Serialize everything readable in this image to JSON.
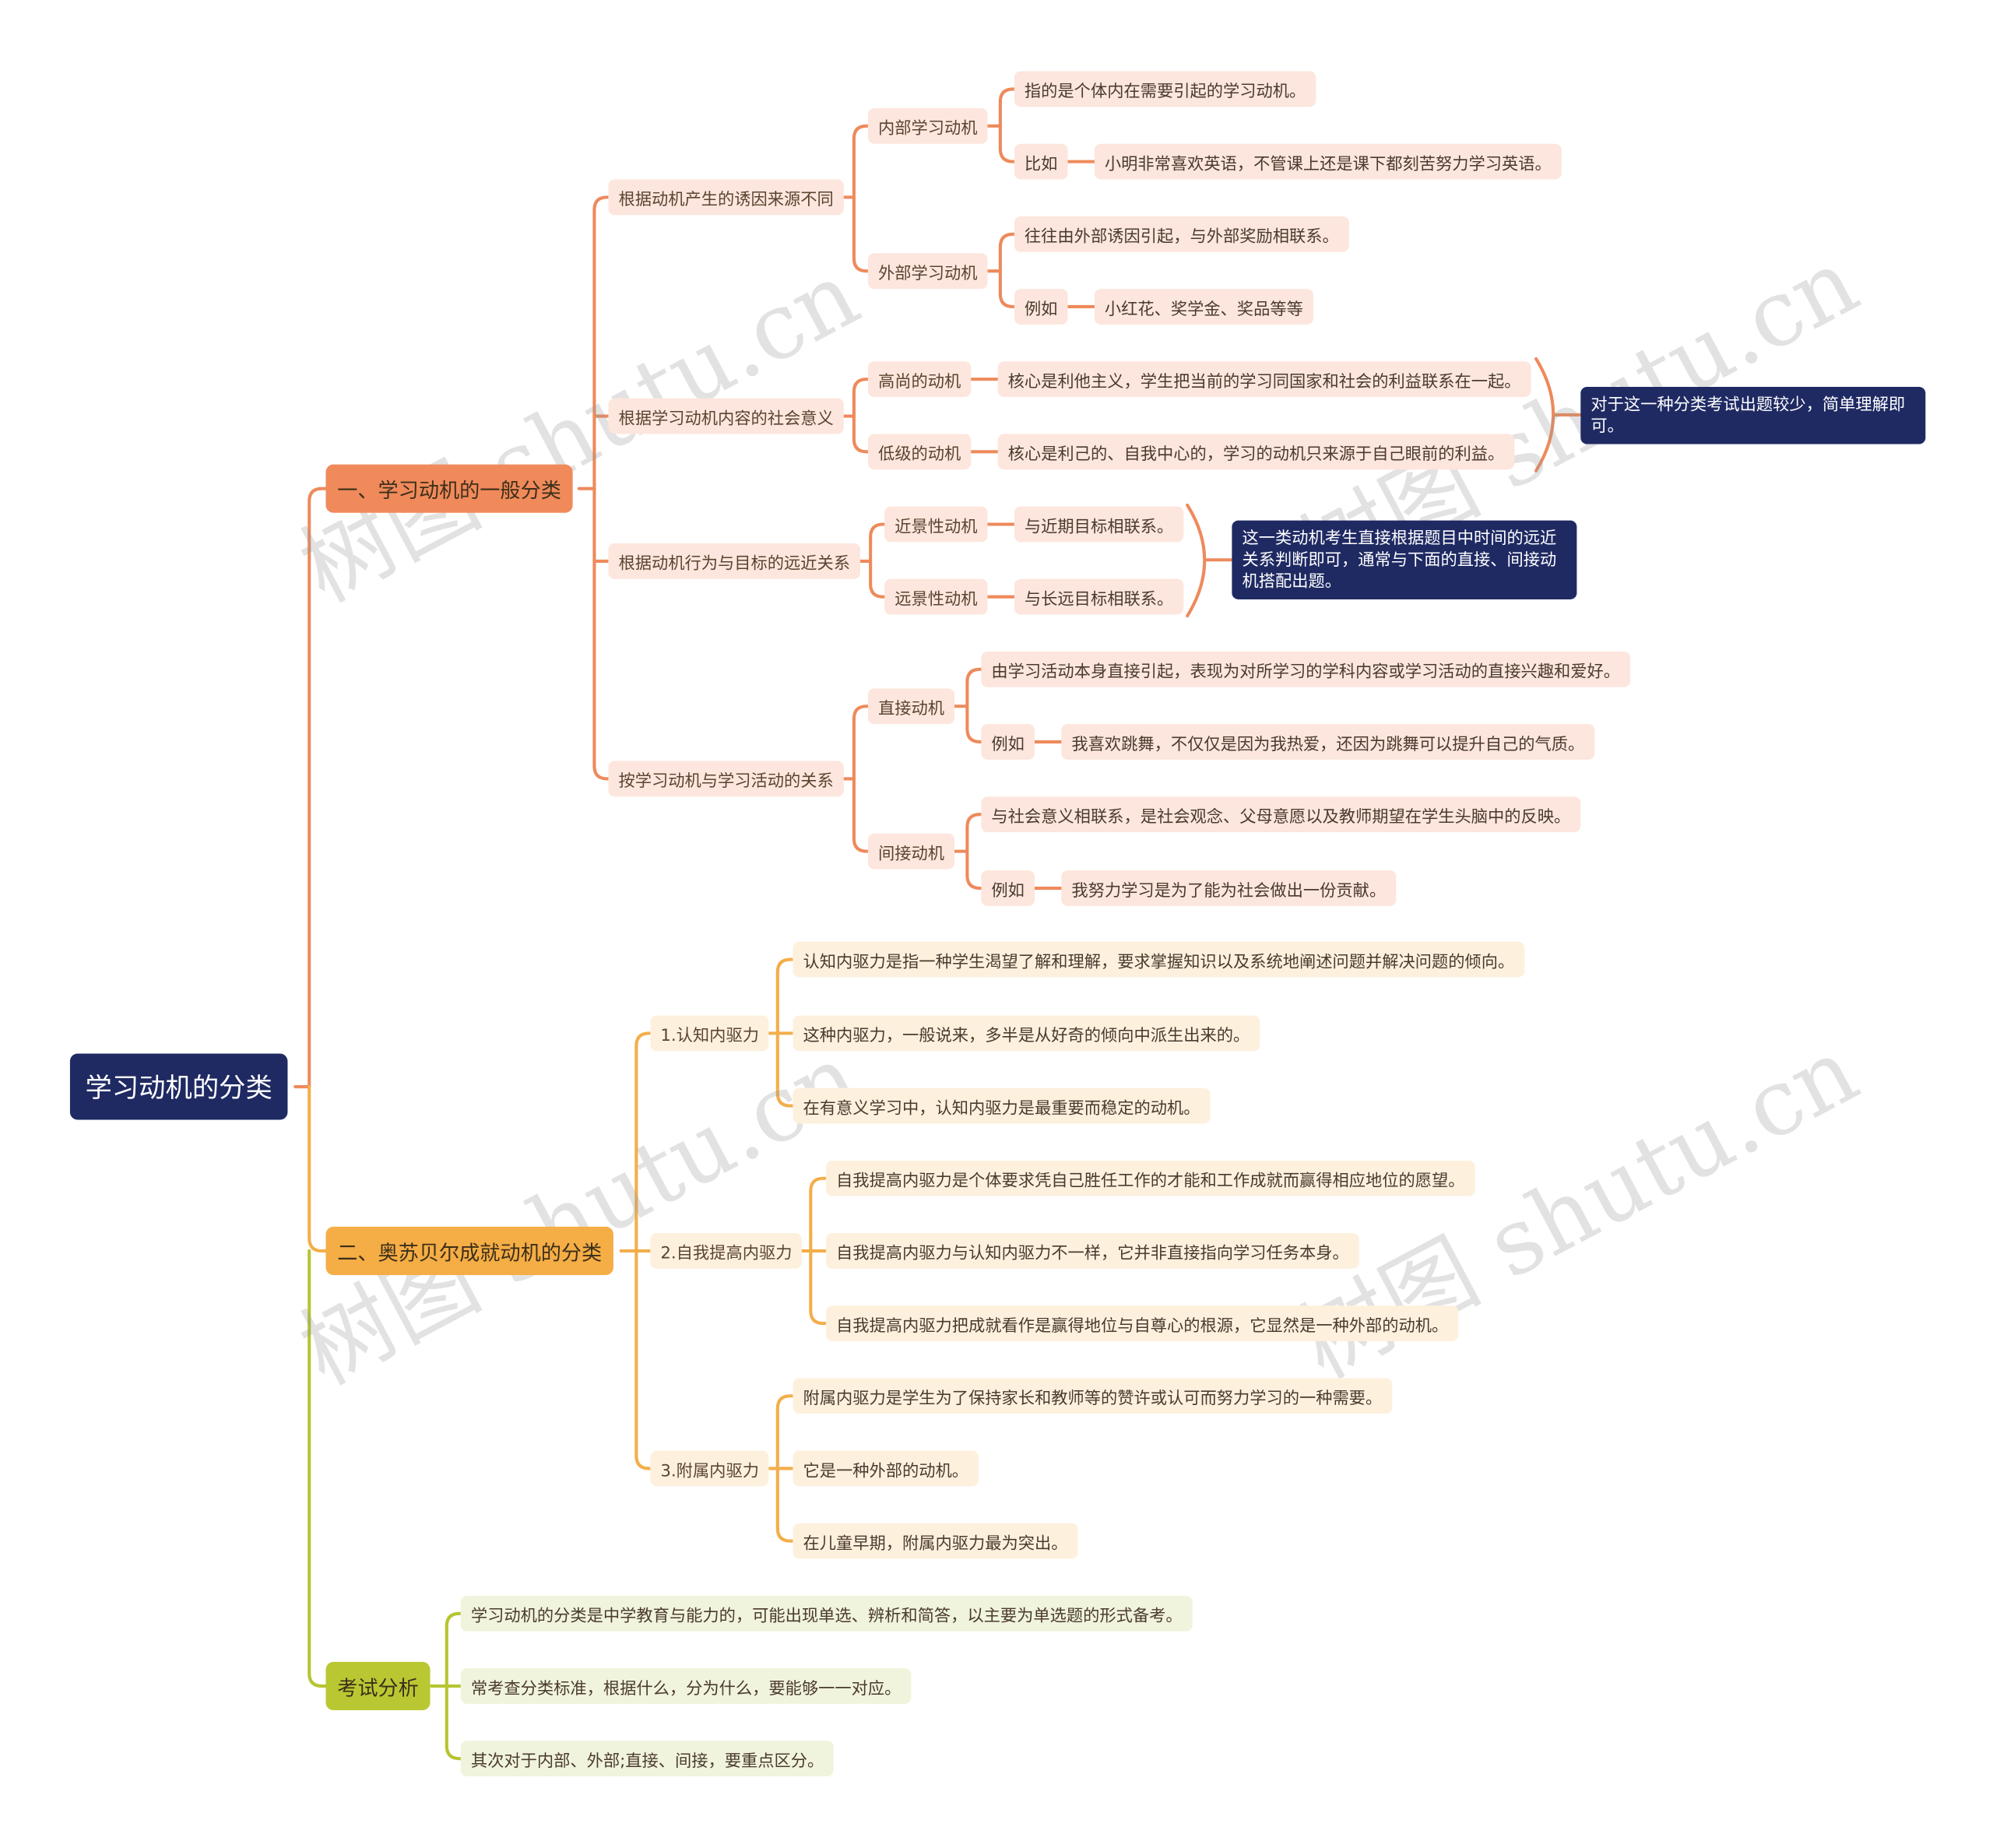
{
  "root": "学习动机的分类",
  "watermark": "树图 shutu.cn",
  "colors": {
    "branch1": "#ee8a5c",
    "branch2": "#f3ae4a",
    "branch3": "#b6c52f",
    "note": "#1f2a63"
  },
  "branch1": {
    "label": "一、学习动机的一般分类",
    "groups": [
      {
        "label": "根据动机产生的诱因来源不同",
        "items": [
          {
            "label": "内部学习动机",
            "children": [
              "指的是个体内在需要引起的学习动机。",
              "比如"
            ],
            "example": "小明非常喜欢英语，不管课上还是课下都刻苦努力学习英语。"
          },
          {
            "label": "外部学习动机",
            "children": [
              "往往由外部诱因引起，与外部奖励相联系。",
              "例如"
            ],
            "example": "小红花、奖学金、奖品等等"
          }
        ]
      },
      {
        "label": "根据学习动机内容的社会意义",
        "items": [
          {
            "label": "高尚的动机",
            "desc": "核心是利他主义，学生把当前的学习同国家和社会的利益联系在一起。"
          },
          {
            "label": "低级的动机",
            "desc": "核心是利己的、自我中心的，学习的动机只来源于自己眼前的利益。"
          }
        ],
        "note": "对于这一种分类考试出题较少，简单理解即可。"
      },
      {
        "label": "根据动机行为与目标的远近关系",
        "items": [
          {
            "label": "近景性动机",
            "desc": "与近期目标相联系。"
          },
          {
            "label": "远景性动机",
            "desc": "与长远目标相联系。"
          }
        ],
        "note": "这一类动机考生直接根据题目中时间的远近关系判断即可，通常与下面的直接、间接动机搭配出题。"
      },
      {
        "label": "按学习动机与学习活动的关系",
        "items": [
          {
            "label": "直接动机",
            "children": [
              "由学习活动本身直接引起，表现为对所学习的学科内容或学习活动的直接兴趣和爱好。",
              "例如"
            ],
            "example": "我喜欢跳舞，不仅仅是因为我热爱，还因为跳舞可以提升自己的气质。"
          },
          {
            "label": "间接动机",
            "children": [
              "与社会意义相联系，是社会观念、父母意愿以及教师期望在学生头脑中的反映。",
              "例如"
            ],
            "example": "我努力学习是为了能为社会做出一份贡献。"
          }
        ]
      }
    ]
  },
  "branch2": {
    "label": "二、奥苏贝尔成就动机的分类",
    "groups": [
      {
        "label": "1.认知内驱力",
        "items": [
          "认知内驱力是指一种学生渴望了解和理解，要求掌握知识以及系统地阐述问题并解决问题的倾向。",
          "这种内驱力，一般说来，多半是从好奇的倾向中派生出来的。",
          "在有意义学习中，认知内驱力是最重要而稳定的动机。"
        ]
      },
      {
        "label": "2.自我提高内驱力",
        "items": [
          "自我提高内驱力是个体要求凭自己胜任工作的才能和工作成就而赢得相应地位的愿望。",
          "自我提高内驱力与认知内驱力不一样，它并非直接指向学习任务本身。",
          "自我提高内驱力把成就看作是赢得地位与自尊心的根源，它显然是一种外部的动机。"
        ]
      },
      {
        "label": "3.附属内驱力",
        "items": [
          "附属内驱力是学生为了保持家长和教师等的赞许或认可而努力学习的一种需要。",
          "它是一种外部的动机。",
          "在儿童早期，附属内驱力最为突出。"
        ]
      }
    ]
  },
  "branch3": {
    "label": "考试分析",
    "items": [
      "学习动机的分类是中学教育与能力的，可能出现单选、辨析和简答，以主要为单选题的形式备考。",
      "常考查分类标准，根据什么，分为什么，要能够一一对应。",
      "其次对于内部、外部;直接、间接，要重点区分。"
    ]
  }
}
